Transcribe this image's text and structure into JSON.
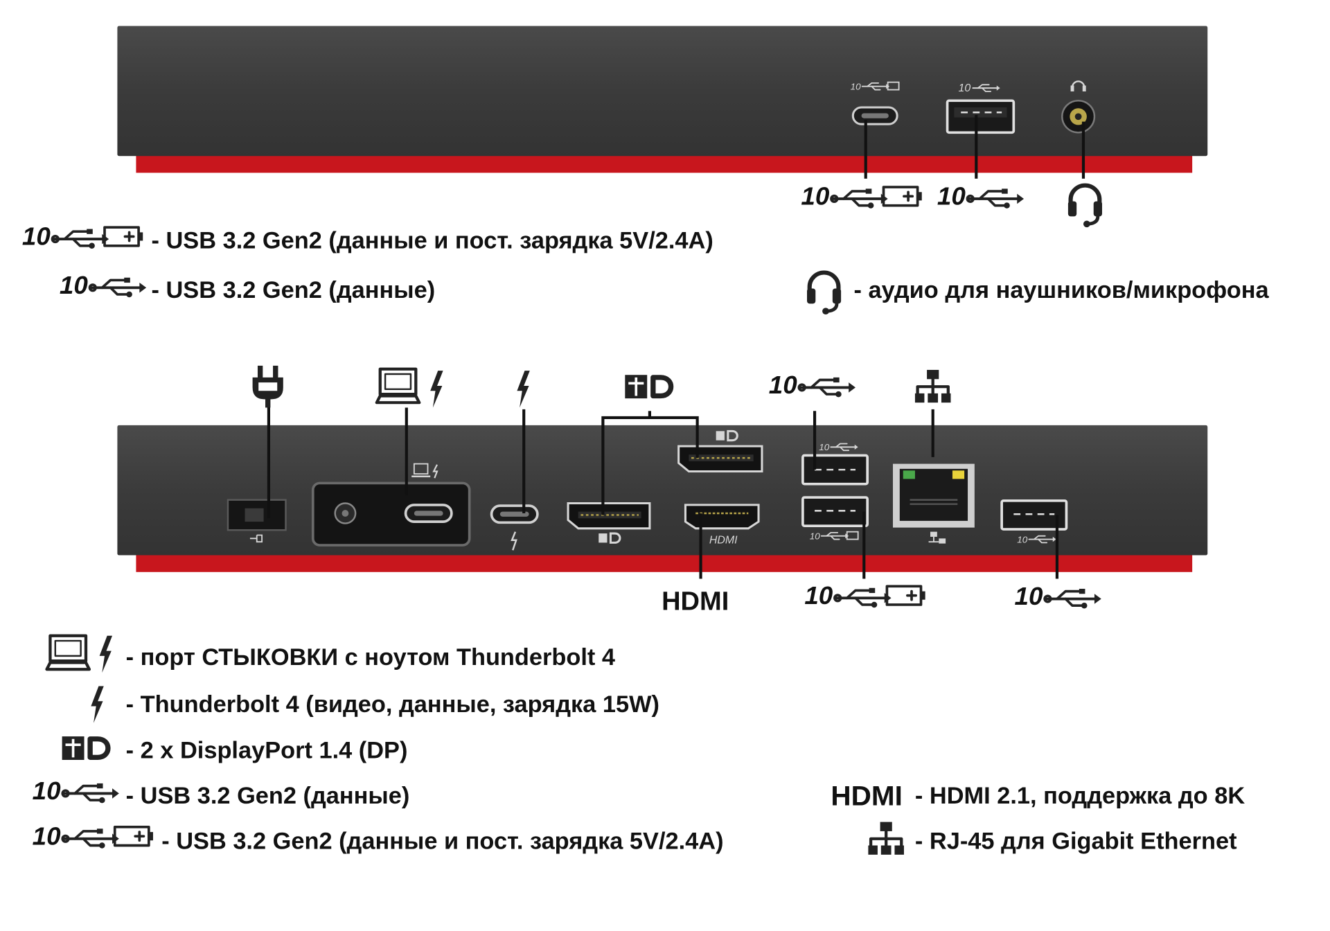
{
  "front": {
    "legend": [
      {
        "icon": "usb-10-charge",
        "text": "- USB 3.2 Gen2 (данные и пост. зарядка 5V/2.4A)"
      },
      {
        "icon": "usb-10",
        "text": "- USB 3.2 Gen2 (данные)"
      },
      {
        "icon": "headset",
        "text": "- аудио для наушников/микрофона"
      }
    ]
  },
  "rear": {
    "hdmi_callout": "HDMI",
    "legend": [
      {
        "icon": "laptop-thunderbolt",
        "text": "- порт СТЫКОВКИ с ноутом Thunderbolt 4"
      },
      {
        "icon": "thunderbolt",
        "text": "- Thunderbolt 4 (видео, данные, зарядка 15W)"
      },
      {
        "icon": "displayport",
        "text": "- 2 x DisplayPort 1.4 (DP)"
      },
      {
        "icon": "usb-10",
        "text": "- USB 3.2 Gen2 (данные)"
      },
      {
        "icon": "usb-10-charge",
        "text": "- USB 3.2 Gen2 (данные и пост. зарядка 5V/2.4A)"
      },
      {
        "icon": "hdmi",
        "text": "- HDMI 2.1, поддержка до 8K",
        "icon_text": "HDMI"
      },
      {
        "icon": "ethernet",
        "text": "- RJ-45 для Gigabit Ethernet"
      }
    ]
  },
  "port_labels": {
    "usb_speed": "10",
    "hdmi": "HDMI"
  },
  "colors": {
    "dock_body": "#3f3f3f",
    "dock_accent": "#c8161d",
    "ink": "#111111"
  }
}
